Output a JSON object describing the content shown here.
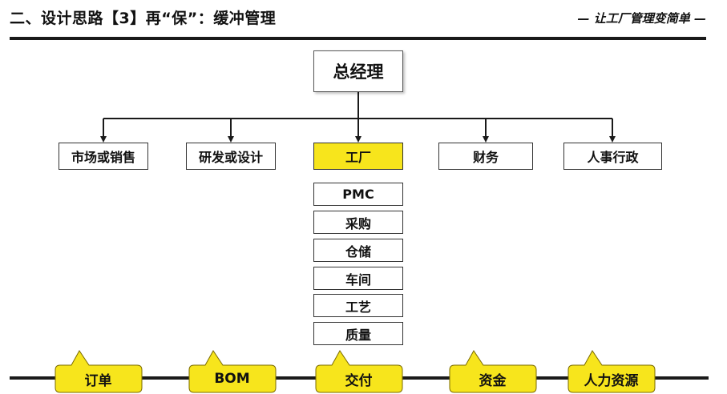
{
  "header": {
    "title": "二、设计思路【3】再“保”：缓冲管理",
    "slogan": "— 让工厂管理变简单 —"
  },
  "org": {
    "top": "总经理",
    "departments": [
      "市场或销售",
      "研发或设计",
      "工厂",
      "财务",
      "人事行政"
    ],
    "factory_units": [
      "PMC",
      "采购",
      "仓储",
      "车间",
      "工艺",
      "质量"
    ]
  },
  "flow": {
    "tags": [
      "订单",
      "BOM",
      "交付",
      "资金",
      "人力资源"
    ]
  },
  "colors": {
    "highlight": "#f7e51c",
    "tag_fill": "#f7e51c",
    "line": "#1a1a1a"
  }
}
